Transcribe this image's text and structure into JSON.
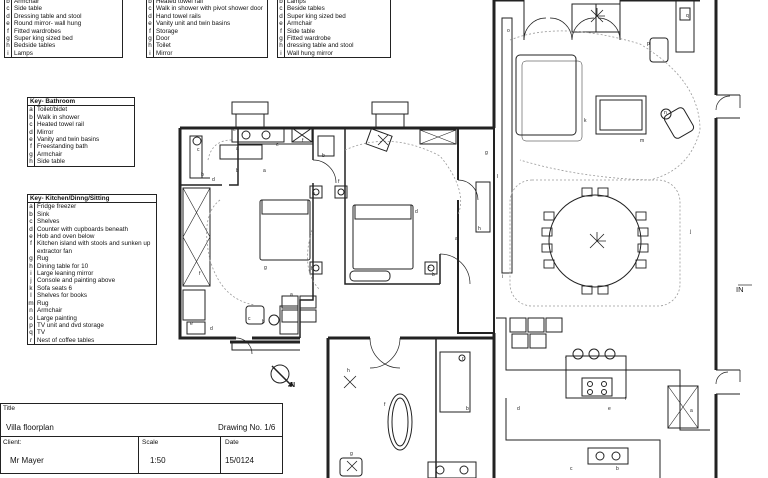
{
  "keys": {
    "top1": [
      {
        "l": "b",
        "t": "Armchair"
      },
      {
        "l": "c",
        "t": "Side table"
      },
      {
        "l": "d",
        "t": "Dressing table and stool"
      },
      {
        "l": "e",
        "t": "Round mirror- wall hung"
      },
      {
        "l": "f",
        "t": "Fitted wardrobes"
      },
      {
        "l": "g",
        "t": "Super king sized bed"
      },
      {
        "l": "h",
        "t": "Bedside tables"
      },
      {
        "l": "i",
        "t": "Lamps"
      }
    ],
    "top2": [
      {
        "l": "b",
        "t": "Heated towel rail"
      },
      {
        "l": "c",
        "t": "Walk in shower with pivot shower door"
      },
      {
        "l": "d",
        "t": "Hand towel rails"
      },
      {
        "l": "e",
        "t": "Vanity unit and twin basins"
      },
      {
        "l": "f",
        "t": "Storage"
      },
      {
        "l": "g",
        "t": "Door"
      },
      {
        "l": "h",
        "t": "Toilet"
      },
      {
        "l": "i",
        "t": "Mirror"
      }
    ],
    "top3": [
      {
        "l": "b",
        "t": "Lamps"
      },
      {
        "l": "c",
        "t": "Beside tables"
      },
      {
        "l": "d",
        "t": "Super king sized bed"
      },
      {
        "l": "e",
        "t": "Armchair"
      },
      {
        "l": "f",
        "t": "Side table"
      },
      {
        "l": "g",
        "t": "Fitted wardrobe"
      },
      {
        "l": "h",
        "t": "dressing table and stool"
      },
      {
        "l": "i",
        "t": "Wall hung mirror"
      }
    ],
    "bathroom": {
      "title": "Key- Bathroom",
      "items": [
        {
          "l": "a",
          "t": "Toilet/bidet"
        },
        {
          "l": "b",
          "t": "Walk in shower"
        },
        {
          "l": "c",
          "t": "Heated towel rail"
        },
        {
          "l": "d",
          "t": "Mirror"
        },
        {
          "l": "e",
          "t": "Vanity and twin  basins"
        },
        {
          "l": "f",
          "t": "Freestanding bath"
        },
        {
          "l": "g",
          "t": "Armchair"
        },
        {
          "l": "h",
          "t": "Side table"
        }
      ]
    },
    "kitchen": {
      "title": "Key- Kitchen/Dinng/Sitting",
      "items": [
        {
          "l": "a",
          "t": "Fridge freezer"
        },
        {
          "l": "b",
          "t": "Sink"
        },
        {
          "l": "c",
          "t": "Shelves"
        },
        {
          "l": "d",
          "t": "Counter with cupboards beneath"
        },
        {
          "l": "e",
          "t": "Hob and oven below"
        },
        {
          "l": "f",
          "t": "Kitchen island with stools and sunken up extractor fan"
        },
        {
          "l": "g",
          "t": "Rug"
        },
        {
          "l": "h",
          "t": "Dining table for 10"
        },
        {
          "l": "i",
          "t": "Large leaning mirror"
        },
        {
          "l": "j",
          "t": "Console and painting above"
        },
        {
          "l": "k",
          "t": "Sofa seats 6"
        },
        {
          "l": "l",
          "t": "Shelves for books"
        },
        {
          "l": "m",
          "t": "Rug"
        },
        {
          "l": "n",
          "t": "Armchair"
        },
        {
          "l": "o",
          "t": "Large painting"
        },
        {
          "l": "p",
          "t": "TV unit and dvd storage"
        },
        {
          "l": "q",
          "t": "TV"
        },
        {
          "l": "r",
          "t": "Nest of coffee tables"
        }
      ]
    }
  },
  "plan": {
    "entry_label": "IN",
    "north_label": "N"
  },
  "title_block": {
    "title_label": "Title",
    "title": "Villa floorplan",
    "drawing_no": "Drawing No. 1/6",
    "client_label": "Client:",
    "client": "Mr Mayer",
    "scale_label": "Scale",
    "scale": "1:50",
    "date_label": "Date",
    "date": "15/0124"
  },
  "colors": {
    "line": "#222222",
    "dashed": "#9a9a9a",
    "background": "#ffffff"
  }
}
